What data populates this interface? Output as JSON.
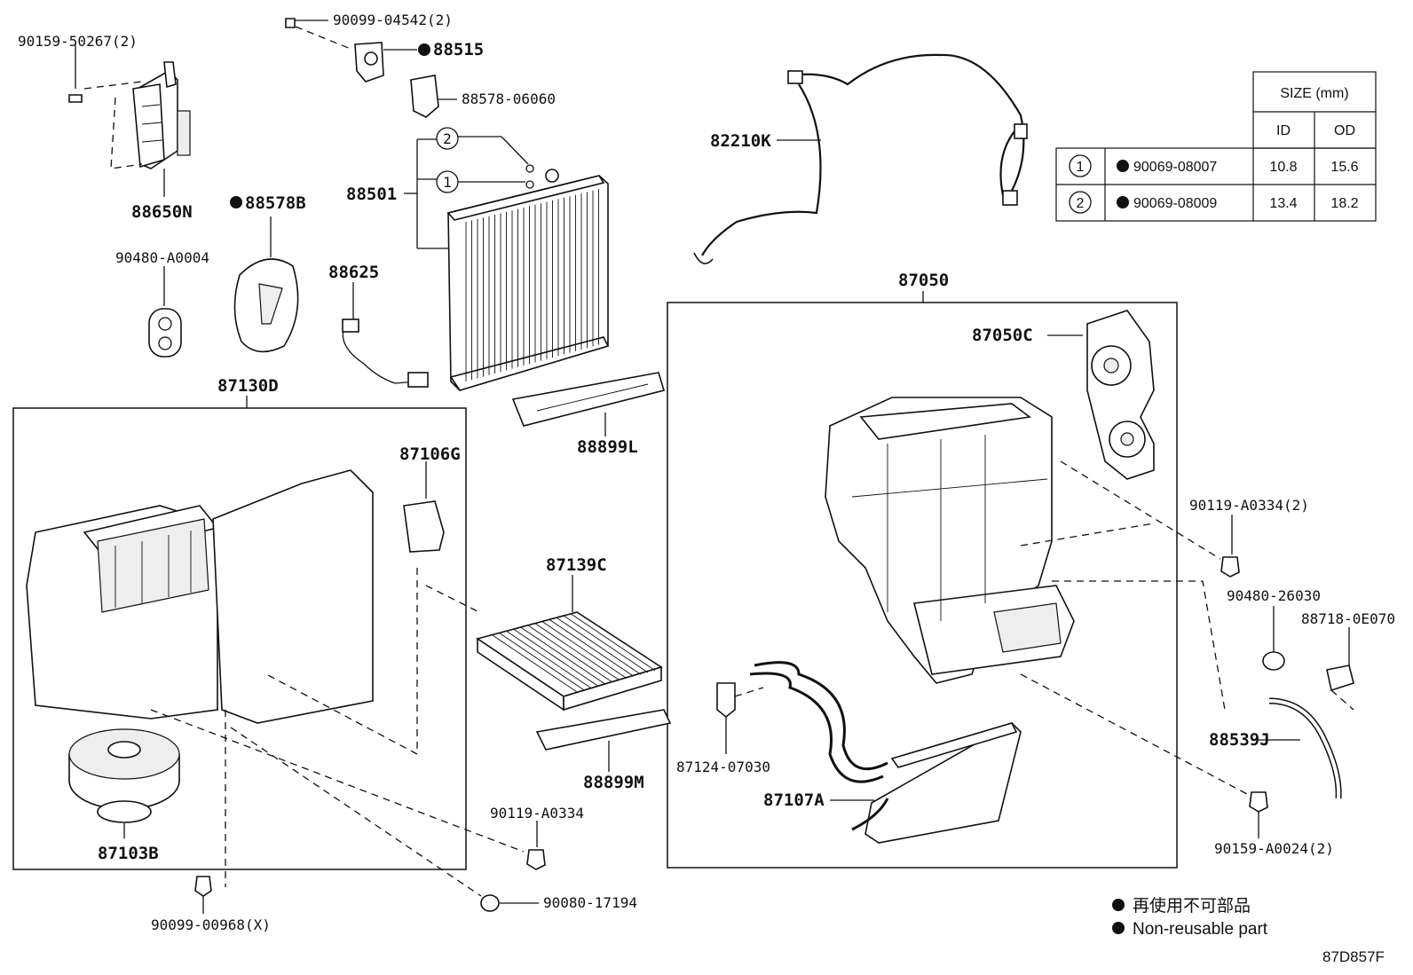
{
  "labels": {
    "p90159_50267": "90159-50267(2)",
    "p90099_04542": "90099-04542(2)",
    "p88515": "88515",
    "p88578_06060": "88578-06060",
    "p88650N": "88650N",
    "p88578B": "88578B",
    "p90480_A0004": "90480-A0004",
    "p88501": "88501",
    "p88625": "88625",
    "p87130D": "87130D",
    "p82210K": "82210K",
    "p87050": "87050",
    "p87050C": "87050C",
    "p88899L": "88899L",
    "p87106G": "87106G",
    "p87139C": "87139C",
    "p88899M": "88899M",
    "p90119_A0334": "90119-A0334",
    "p87103B": "87103B",
    "p90099_00968": "90099-00968(X)",
    "p90080_17194": "90080-17194",
    "p90119_A0334_2": "90119-A0334(2)",
    "p90480_26030": "90480-26030",
    "p88718_0E070": "88718-0E070",
    "p88539J": "88539J",
    "p87124_07030": "87124-07030",
    "p87107A": "87107A",
    "p90159_A0024": "90159-A0024(2)"
  },
  "oring_marks": {
    "one": "1",
    "two": "2"
  },
  "size_table": {
    "header": "SIZE (mm)",
    "col_id": "ID",
    "col_od": "OD",
    "rows": [
      {
        "num": "1",
        "part": "90069-08007",
        "id": "10.8",
        "od": "15.6"
      },
      {
        "num": "2",
        "part": "90069-08009",
        "id": "13.4",
        "od": "18.2"
      }
    ]
  },
  "legend": {
    "jp": "再使用不可部品",
    "en": "Non-reusable part"
  },
  "diagram_code": "87D857F"
}
